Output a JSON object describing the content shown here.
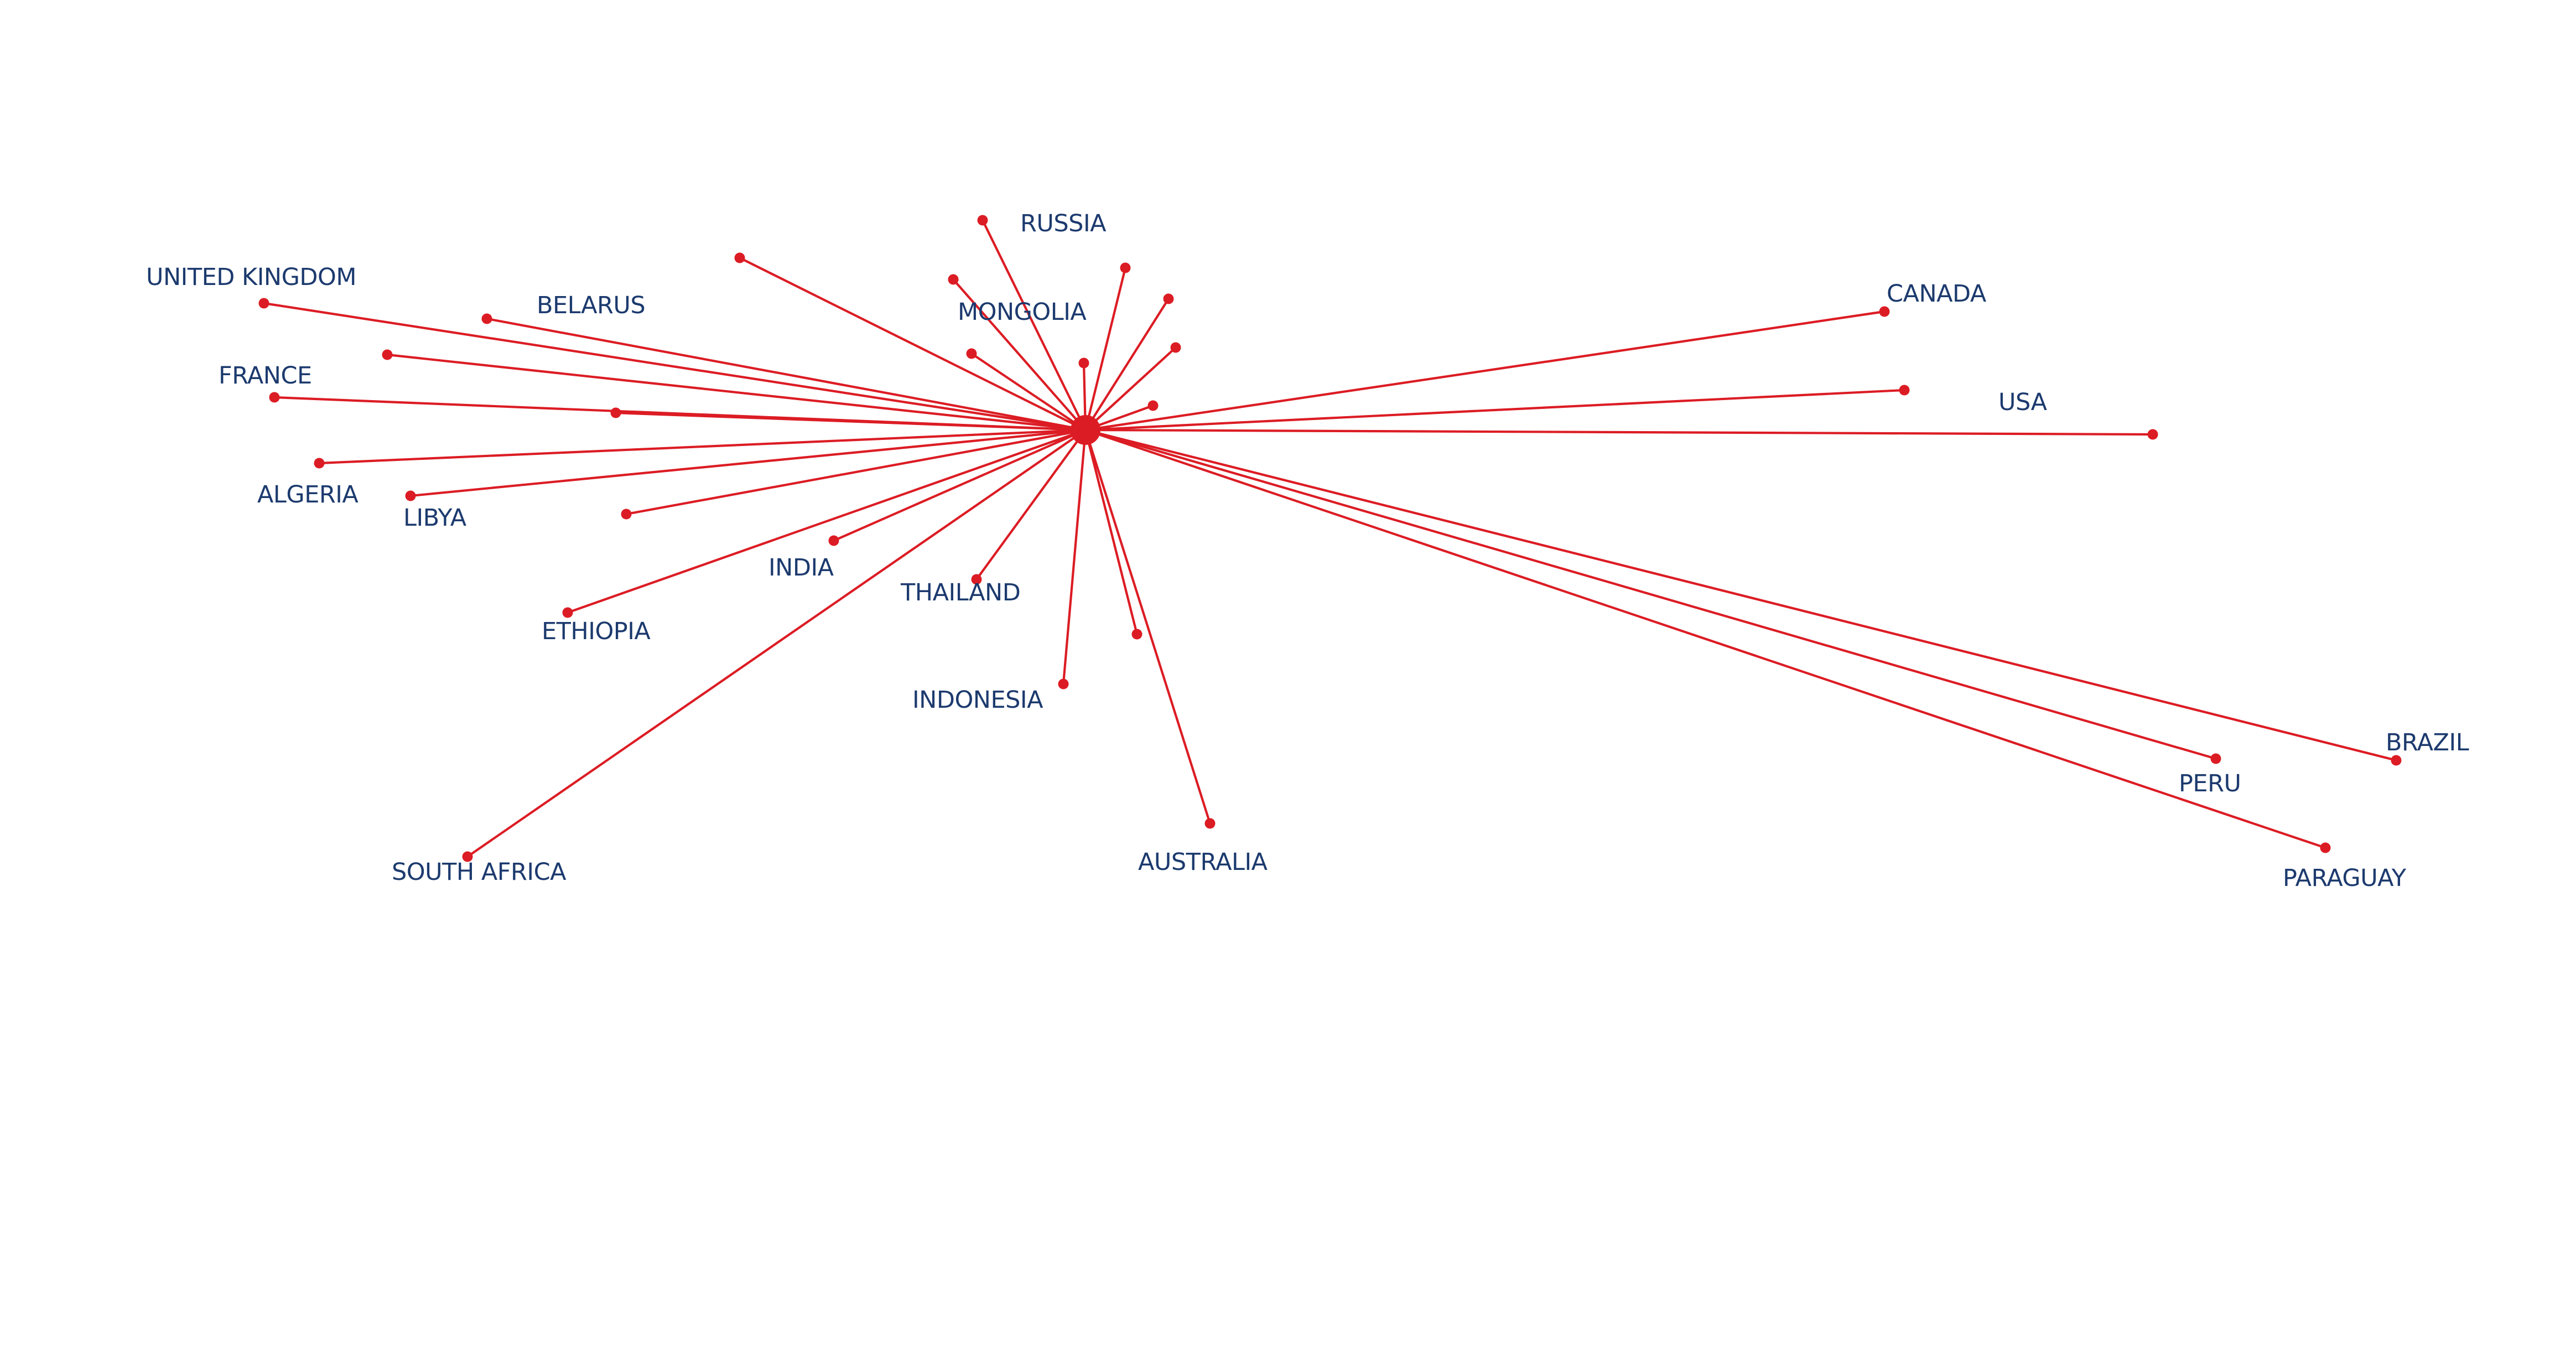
{
  "map": {
    "hub_name": "",
    "colors": {
      "line": "#dc1c24",
      "marker": "#dc1c24",
      "label": "#1c3a6e"
    },
    "destinations": [
      {
        "id": "russia",
        "label": "RUSSIA"
      },
      {
        "id": "mongolia",
        "label": "MONGOLIA"
      },
      {
        "id": "united-kingdom",
        "label": "UNITED KINGDOM"
      },
      {
        "id": "belarus",
        "label": "BELARUS"
      },
      {
        "id": "france",
        "label": "FRANCE"
      },
      {
        "id": "algeria",
        "label": "ALGERIA"
      },
      {
        "id": "libya",
        "label": "LIBYA"
      },
      {
        "id": "india",
        "label": "INDIA"
      },
      {
        "id": "thailand",
        "label": "THAILAND"
      },
      {
        "id": "ethiopia",
        "label": "ETHIOPIA"
      },
      {
        "id": "indonesia",
        "label": "INDONESIA"
      },
      {
        "id": "south-africa",
        "label": "SOUTH AFRICA"
      },
      {
        "id": "australia",
        "label": "AUSTRALIA"
      },
      {
        "id": "canada",
        "label": "CANADA"
      },
      {
        "id": "usa",
        "label": "USA"
      },
      {
        "id": "brazil",
        "label": "BRAZIL"
      },
      {
        "id": "peru",
        "label": "PERU"
      },
      {
        "id": "paraguay",
        "label": "PARAGUAY"
      },
      {
        "id": "unlabeled-1",
        "label": ""
      },
      {
        "id": "unlabeled-2",
        "label": ""
      },
      {
        "id": "unlabeled-3",
        "label": ""
      },
      {
        "id": "unlabeled-4",
        "label": ""
      },
      {
        "id": "unlabeled-5",
        "label": ""
      },
      {
        "id": "unlabeled-6",
        "label": ""
      },
      {
        "id": "unlabeled-7",
        "label": ""
      },
      {
        "id": "unlabeled-8",
        "label": ""
      },
      {
        "id": "unlabeled-9",
        "label": ""
      },
      {
        "id": "unlabeled-10",
        "label": ""
      },
      {
        "id": "unlabeled-11",
        "label": ""
      },
      {
        "id": "unlabeled-12",
        "label": ""
      }
    ]
  }
}
